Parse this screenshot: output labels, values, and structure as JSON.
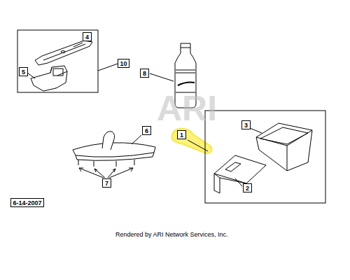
{
  "diagram": {
    "nodes": [
      {
        "text": [
          "4"
        ]
      },
      {
        "text": [
          "5"
        ]
      },
      {
        "text": [
          "10"
        ]
      },
      {
        "text": [
          "8"
        ]
      },
      {
        "text": [
          "6"
        ]
      },
      {
        "text": [
          "3"
        ]
      },
      {
        "text": [
          "1"
        ]
      },
      {
        "text": [
          "2"
        ]
      },
      {
        "text": [
          "7"
        ]
      },
      {
        "text": [
          "6-14-2007"
        ]
      }
    ],
    "labels": [
      "ARI",
      "Rendered by ARI Network Services, Inc."
    ]
  }
}
